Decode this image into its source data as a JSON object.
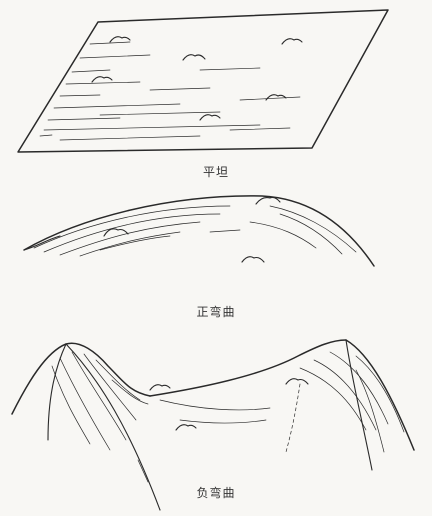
{
  "panels": [
    {
      "id": "flat",
      "caption": "平坦"
    },
    {
      "id": "positive",
      "caption": "正弯曲"
    },
    {
      "id": "negative",
      "caption": "负弯曲"
    }
  ]
}
